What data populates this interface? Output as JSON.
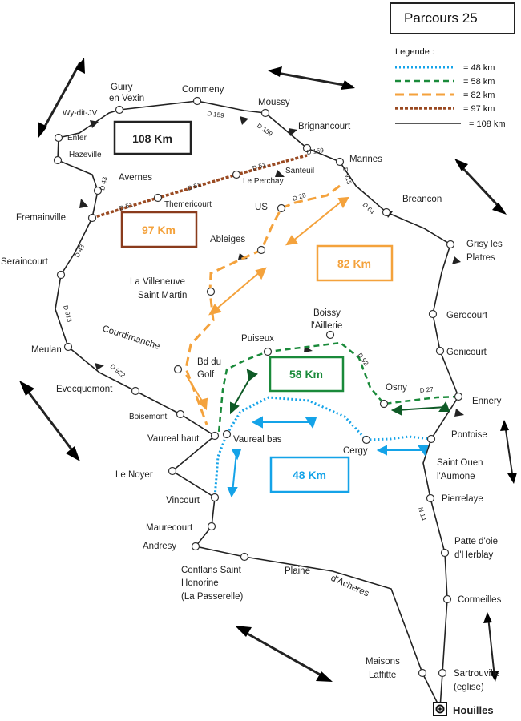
{
  "title": "Parcours  25",
  "legend": {
    "heading": "Legende :",
    "items": [
      {
        "label": "= 48 km",
        "color": "#14a3e8",
        "dash": "2,3",
        "width": 3
      },
      {
        "label": "= 58 km",
        "color": "#1a8a3a",
        "dash": "7,5",
        "width": 2.5
      },
      {
        "label": "= 82 km",
        "color": "#f4a23c",
        "dash": "11,6",
        "width": 3
      },
      {
        "label": "= 97 km",
        "color": "#9a4a22",
        "dash": "4,2",
        "width": 3.5
      },
      {
        "label": "= 108 km",
        "color": "#222222",
        "dash": "",
        "width": 1.6
      }
    ]
  },
  "distances": {
    "d108": "108 Km",
    "d97": "97 Km",
    "d82": "82 Km",
    "d58": "58 Km",
    "d48": "48 Km"
  },
  "colors": {
    "c108": "#222222",
    "c97": "#8a3b1c",
    "c82": "#f4a23c",
    "c58": "#1a8a3a",
    "c48": "#14a3e8"
  },
  "towns": {
    "guiry": [
      "Guiry",
      "en Vexin"
    ],
    "commeny": "Commeny",
    "moussy": "Moussy",
    "wydit": "Wy-dit-JV",
    "enfer": "Enfer",
    "hazeville": "Hazeville",
    "brignancourt": "Brignancourt",
    "marines": "Marines",
    "avernes": "Avernes",
    "santeuil": "Santeuil",
    "leperchay": "Le Perchay",
    "fremainville": "Fremainville",
    "themericourt": "Themericourt",
    "us": "US",
    "breancon": "Breancon",
    "ableiges": "Ableiges",
    "grisy": [
      "Grisy les",
      "Platres"
    ],
    "seraincourt": "Seraincourt",
    "villeneuve": [
      "La Villeneuve",
      "Saint Martin"
    ],
    "gerocourt": "Gerocourt",
    "boissy": [
      "Boissy",
      "l'Aillerie"
    ],
    "courdimanche": "Courdimanche",
    "puiseux": "Puiseux",
    "genicourt": "Genicourt",
    "meulan": "Meulan",
    "bddugolf": [
      "Bd du",
      "Golf"
    ],
    "osny": "Osny",
    "evecquemont": "Evecquemont",
    "ennery": "Ennery",
    "boisemont": "Boisemont",
    "vaureal_haut": "Vaureal haut",
    "vaureal_bas": "Vaureal bas",
    "pontoise": "Pontoise",
    "cergy": "Cergy",
    "saint_ouen": [
      "Saint Ouen",
      "l'Aumone"
    ],
    "le_noyer": "Le Noyer",
    "pierrelaye": "Pierrelaye",
    "vincourt": "Vincourt",
    "maurecourt": "Maurecourt",
    "patte": [
      "Patte d'oie",
      "d'Herblay"
    ],
    "andresy": "Andresy",
    "conflans": [
      "Conflans Saint",
      "Honorine",
      "(La Passerelle)"
    ],
    "plaine": "Plaine",
    "acheres": "d'Acheres",
    "cormeilles": "Cormeilles",
    "maisons": [
      "Maisons",
      "Laffitte"
    ],
    "sartrouville": [
      "Sartrouville",
      "(eglise)"
    ],
    "houilles": "Houilles"
  },
  "roads": {
    "d159a": "D 159",
    "d159b": "D 159",
    "d159c": "D 159",
    "d915": "D 915",
    "d51a": "D 51",
    "d51b": "D 51",
    "d51c": "D 51",
    "d28": "D 28",
    "d64": "D 64",
    "d43a": "D 43",
    "d43b": "D 43",
    "d913": "D 913",
    "d922": "D 922",
    "d92": "D 92",
    "d27": "D 27",
    "n14": "N 14"
  }
}
